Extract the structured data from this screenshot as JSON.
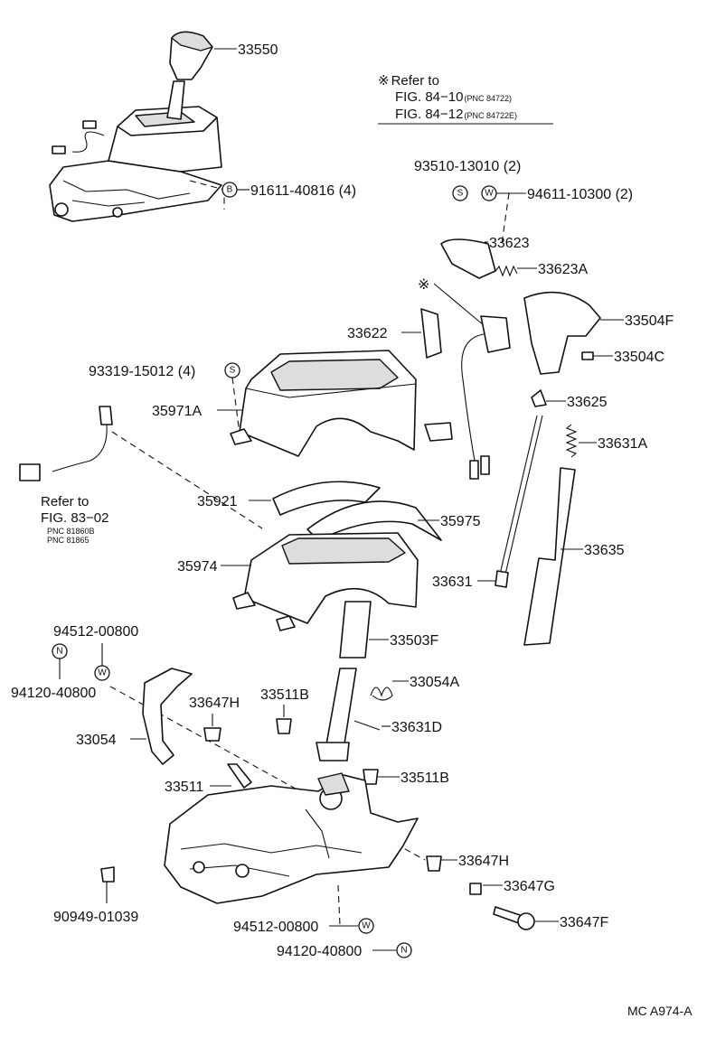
{
  "note": {
    "symbol": "※",
    "refer_to": "Refer to",
    "fig1": "FIG. 84−10",
    "fig1_pnc": "(PNC 84722)",
    "fig2": "FIG. 84−12",
    "fig2_pnc": "(PNC 84722E)"
  },
  "refer_note": {
    "refer_to": "Refer to",
    "fig": "FIG. 83−02",
    "pnc1": "PNC 81860B",
    "pnc2": "PNC 81865"
  },
  "fastener_symbols": {
    "B": "B",
    "S": "S",
    "W": "W",
    "N": "N"
  },
  "parts": {
    "p33550": "33550",
    "p91611": "91611-40816 (4)",
    "p93510": "93510-13010 (2)",
    "p94611": "94611-10300 (2)",
    "p33623": "33623",
    "p33623A": "33623A",
    "asterisk": "※",
    "p33504F": "33504F",
    "p33622": "33622",
    "p33504C": "33504C",
    "p93319": "93319-15012 (4)",
    "p33625": "33625",
    "p35971A": "35971A",
    "p33631A": "33631A",
    "p35921": "35921",
    "p35975": "35975",
    "p33635": "33635",
    "p35974": "35974",
    "p33631": "33631",
    "p94512_top": "94512-00800",
    "p33503F": "33503F",
    "p94120_top": "94120-40800",
    "p33647H_top": "33647H",
    "p33511B_top": "33511B",
    "p33054A": "33054A",
    "p33631D": "33631D",
    "p33054": "33054",
    "p33511": "33511",
    "p33511B": "33511B",
    "p33647H": "33647H",
    "p33647G": "33647G",
    "p33647F": "33647F",
    "p90949": "90949-01039",
    "p94512_bot": "94512-00800",
    "p94120_bot": "94120-40800"
  },
  "figure_code": "MC A974-A"
}
